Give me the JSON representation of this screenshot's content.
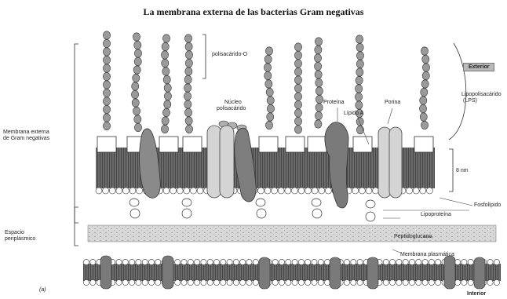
{
  "title": "La membrana externa de las bacterias Gram negativas",
  "labels": {
    "exterior": "Exterior",
    "interior": "Interior",
    "o_polysaccharide": "polisacárido-O",
    "core_polysaccharide_1": "Núcleo",
    "core_polysaccharide_2": "polisacárido",
    "protein": "Proteína",
    "lipid_a": "Lípido A",
    "porin": "Porina",
    "lps_1": "Lipopolisacárido",
    "lps_2": "(LPS)",
    "outer_membrane_1": "Membrana externa",
    "outer_membrane_2": "de Gram negativas",
    "thickness": "8 nm",
    "phospholipid": "Fosfolípido",
    "lipoprotein": "Lipoproteína",
    "periplasm_1": "Espacio",
    "periplasm_2": "periplásmico",
    "peptidoglycan": "Peptidoglucano",
    "plasma_membrane": "Membrana plasmática",
    "panel": "(a)"
  }
}
